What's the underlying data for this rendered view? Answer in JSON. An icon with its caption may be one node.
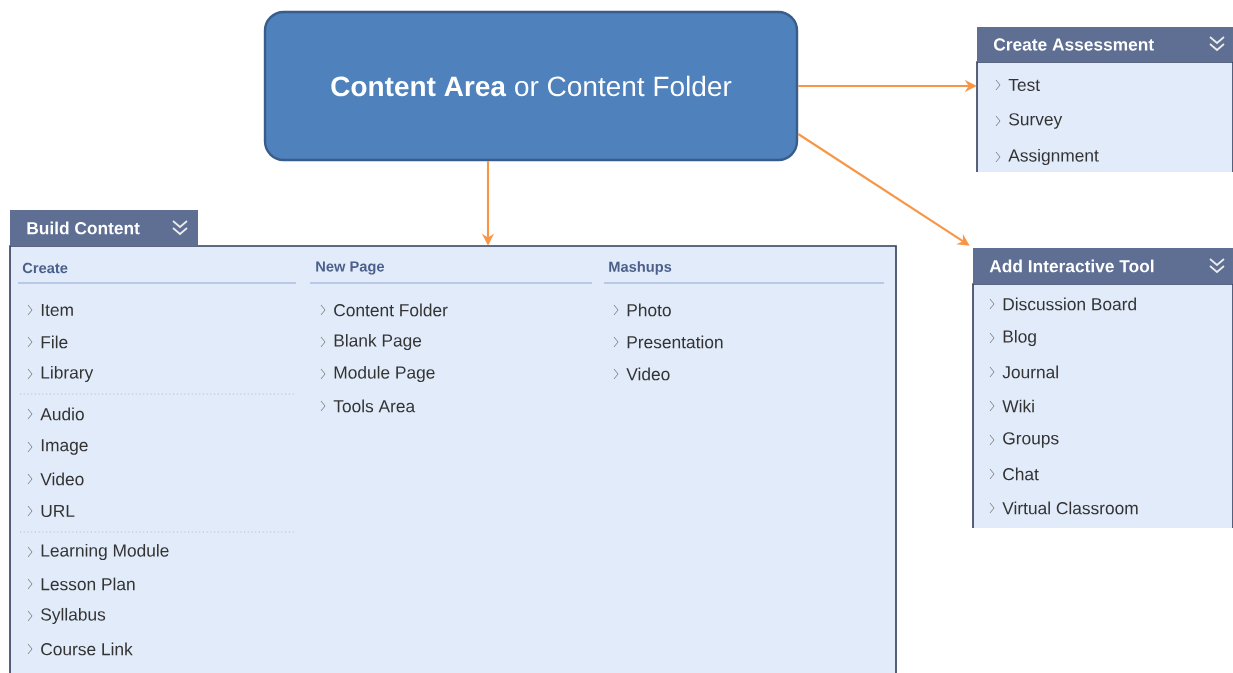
{
  "diagram": {
    "nodes": [
      {
        "text": [
          "**Content Area** or Content Folder"
        ]
      },
      {
        "text": [
          "Build Content",
          "Create",
          "Item",
          "File",
          "Library",
          "Audio",
          "Image",
          "Video",
          "URL",
          "Learning Module",
          "Lesson Plan",
          "Syllabus",
          "Course Link",
          "New Page",
          "Content Folder",
          "Blank Page",
          "Module Page",
          "Tools Area",
          "Mashups",
          "Photo",
          "Presentation",
          "Video"
        ]
      },
      {
        "text": [
          "Create Assessment",
          "Test",
          "Survey",
          "Assignment"
        ]
      },
      {
        "text": [
          "Add Interactive Tool",
          "Discussion Board",
          "Blog",
          "Journal",
          "Wiki",
          "Groups",
          "Chat",
          "Virtual Classroom"
        ]
      }
    ],
    "edges": [
      {
        "from": 0,
        "to": 1,
        "arrow": "to"
      },
      {
        "from": 0,
        "to": 2,
        "arrow": "to"
      },
      {
        "from": 0,
        "to": 3,
        "arrow": "to"
      }
    ]
  }
}
